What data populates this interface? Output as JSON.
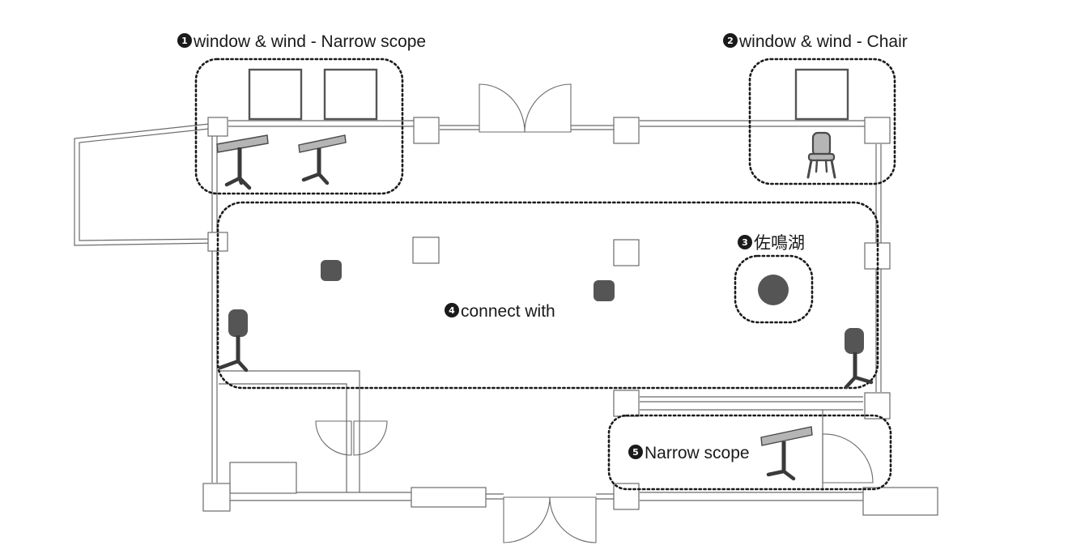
{
  "zones": [
    {
      "number": "1",
      "label": "window & wind - Narrow scope"
    },
    {
      "number": "2",
      "label": "window & wind - Chair"
    },
    {
      "number": "3",
      "label": "佐鳴湖"
    },
    {
      "number": "4",
      "label": "connect with"
    },
    {
      "number": "5",
      "label": "Narrow scope"
    }
  ],
  "icons": {
    "zone_number_marker": "filled-circle-numeral",
    "speaker_bar": "angled-bar-speaker-on-tripod",
    "speaker_box": "rounded-speaker-on-tripod",
    "chair": "chair-icon",
    "window": "window-frame-icon",
    "door": "swing-door-icon"
  },
  "colors": {
    "zone_outline": "#1a1a1a",
    "walls": "#6b6b6b",
    "speaker": "#555555",
    "speaker_bar": "#b5b5b5",
    "background": "#ffffff"
  }
}
